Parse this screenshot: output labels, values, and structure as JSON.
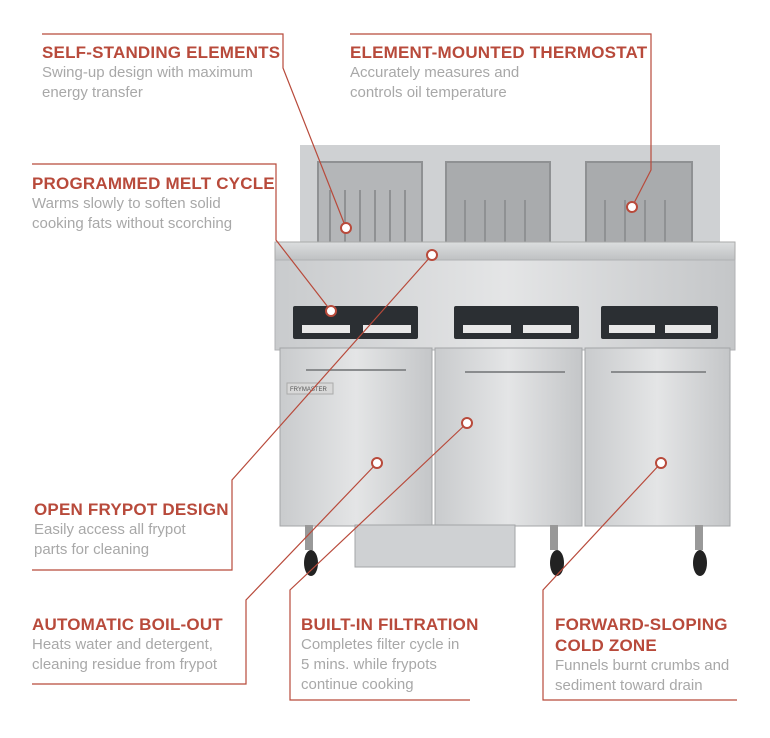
{
  "accent_color": "#b84a3b",
  "brand_badge": "FRYMASTER",
  "callouts": [
    {
      "title": "SELF-STANDING ELEMENTS",
      "lines": [
        "Swing-up design with maximum",
        "energy transfer"
      ]
    },
    {
      "title": "ELEMENT-MOUNTED THERMOSTAT",
      "lines": [
        "Accurately measures and",
        "controls oil temperature"
      ]
    },
    {
      "title": "PROGRAMMED MELT CYCLE",
      "lines": [
        "Warms slowly to soften solid",
        "cooking fats without scorching"
      ]
    },
    {
      "title": "OPEN FRYPOT DESIGN",
      "lines": [
        "Easily access all frypot",
        "parts for cleaning"
      ]
    },
    {
      "title": "AUTOMATIC BOIL-OUT",
      "lines": [
        "Heats water and detergent,",
        "cleaning residue from frypot"
      ]
    },
    {
      "title": "BUILT-IN FILTRATION",
      "lines": [
        "Completes filter cycle in",
        "5 mins. while frypots",
        "continue cooking"
      ]
    },
    {
      "title": "FORWARD-SLOPING",
      "title2": "COLD ZONE",
      "lines": [
        "Funnels burnt crumbs and",
        "sediment toward drain"
      ]
    }
  ]
}
